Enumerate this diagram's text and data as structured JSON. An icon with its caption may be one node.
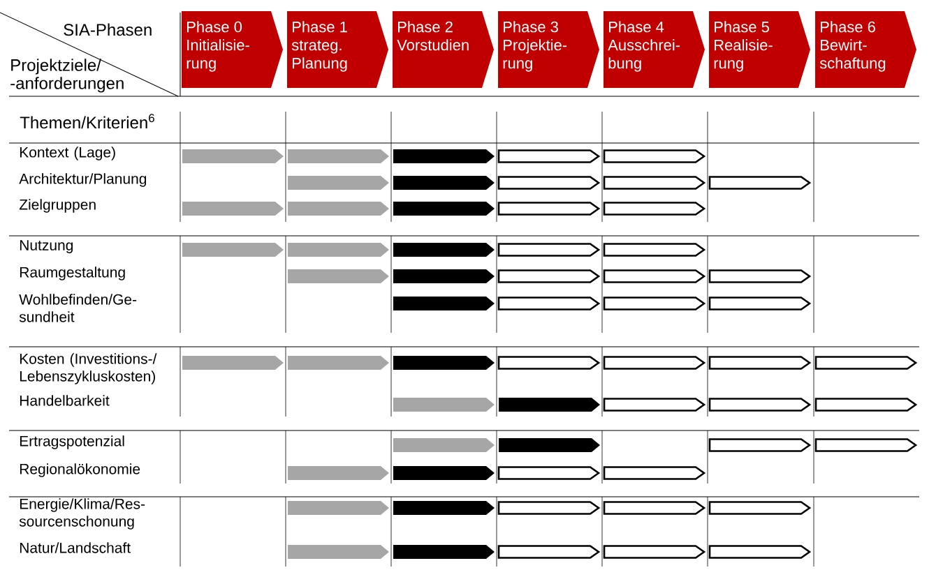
{
  "diagram": {
    "nodes": [
      {
        "text": [
          "Phase 0",
          "Initialisie- rung"
        ]
      },
      {
        "text": [
          "Phase 1",
          "strateg. Planung"
        ]
      },
      {
        "text": [
          "Phase 2",
          "Vorstudien"
        ]
      },
      {
        "text": [
          "Phase 3",
          "Projektie- rung"
        ]
      },
      {
        "text": [
          "Phase 4",
          "Ausschrei- bung"
        ]
      },
      {
        "text": [
          "Phase 5",
          "Realisie- rung"
        ]
      },
      {
        "text": [
          "Phase 6",
          "Bewirt- schaftung"
        ]
      }
    ],
    "labels": [
      "SIA-Phasen",
      "Projektziele/ -anforderungen",
      "Themen/Kriterien$^{6}$",
      "Kontext (Lage)",
      "Architektur/Planung",
      "Zielgruppen",
      "Nutzung",
      "Raumgestaltung",
      "Wohlbefinden/Ge- sundheit",
      "Kosten (Investitions-/ Lebenszykluskosten)",
      "Handelbarkeit",
      "Ertragspotenzial",
      "Regionalökonomie",
      "Energie/Klima/Res- sourcenschonung",
      "Natur/Landschaft"
    ]
  }
}
